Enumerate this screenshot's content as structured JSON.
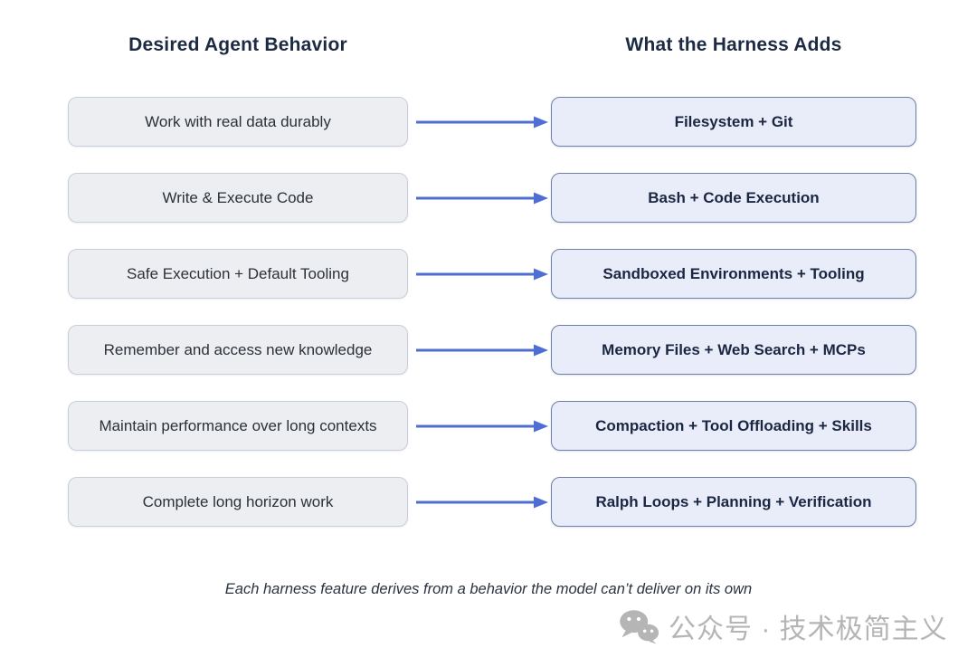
{
  "headers": {
    "left": "Desired Agent Behavior",
    "right": "What the Harness Adds"
  },
  "rows": [
    {
      "behavior": "Work with real data durably",
      "harness": "Filesystem + Git"
    },
    {
      "behavior": "Write & Execute Code",
      "harness": "Bash + Code Execution"
    },
    {
      "behavior": "Safe Execution + Default Tooling",
      "harness": "Sandboxed Environments + Tooling"
    },
    {
      "behavior": "Remember and access new knowledge",
      "harness": "Memory Files + Web Search + MCPs"
    },
    {
      "behavior": "Maintain performance over long contexts",
      "harness": "Compaction + Tool Offloading + Skills"
    },
    {
      "behavior": "Complete long horizon work",
      "harness": "Ralph Loops + Planning + Verification"
    }
  ],
  "caption": "Each harness feature derives from a behavior the model can’t deliver on its own",
  "watermark": {
    "icon": "wechat-icon",
    "text": "公众号 · 技术极简主义"
  },
  "colors": {
    "header_text": "#1d2a44",
    "behavior_box_fill": "#eceef2",
    "behavior_box_border": "#c9cfd9",
    "behavior_text": "#2c3138",
    "harness_box_fill": "#e9edf9",
    "harness_box_border": "#6e80a8",
    "harness_text": "#1b2742",
    "arrow": "#4e6ed3",
    "caption_text": "#2b3340",
    "watermark": "#b5b5b5"
  }
}
